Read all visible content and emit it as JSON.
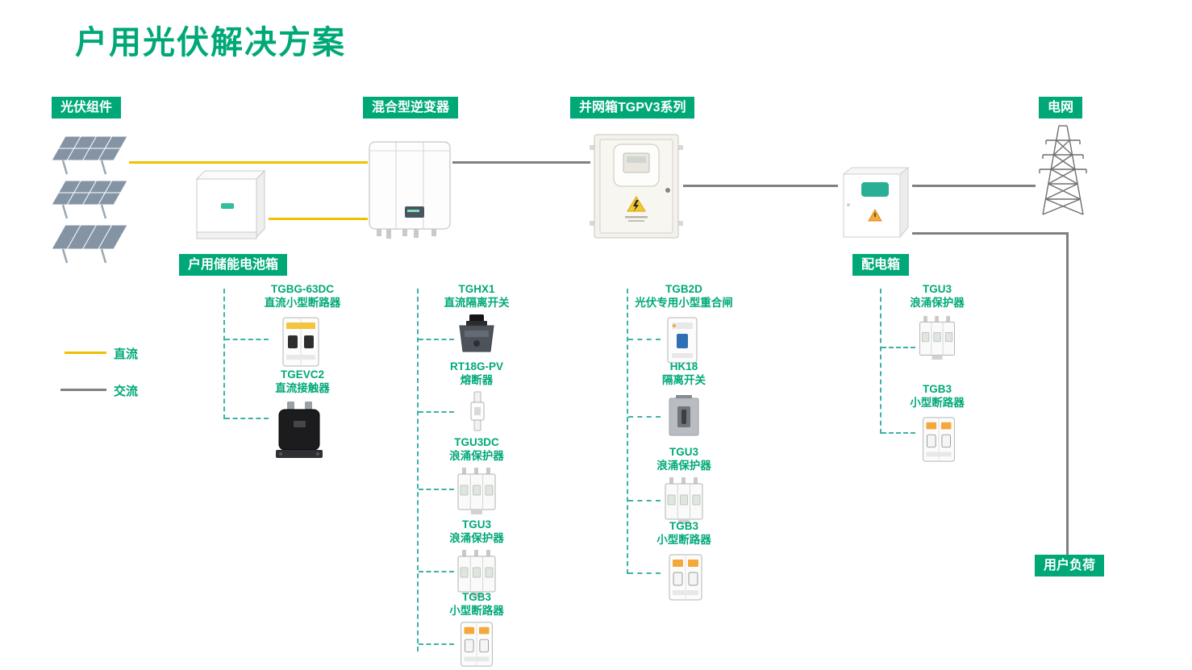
{
  "title": "户用光伏解决方案",
  "tags": {
    "pv": "光伏组件",
    "inverter": "混合型逆变器",
    "gridbox": "并网箱TGPV3系列",
    "grid": "电网",
    "battery": "户用储能电池箱",
    "distbox": "配电箱",
    "load": "用户负荷"
  },
  "legend": {
    "dc": "直流",
    "ac": "交流"
  },
  "cols": {
    "battery": [
      {
        "model": "TGBG-63DC",
        "name": "直流小型断路器"
      },
      {
        "model": "TGEVC2",
        "name": "直流接触器"
      }
    ],
    "inverter": [
      {
        "model": "TGHX1",
        "name": "直流隔离开关"
      },
      {
        "model": "RT18G-PV",
        "name": "熔断器"
      },
      {
        "model": "TGU3DC",
        "name": "浪涌保护器"
      },
      {
        "model": "TGU3",
        "name": "浪涌保护器"
      },
      {
        "model": "TGB3",
        "name": "小型断路器"
      }
    ],
    "gridbox": [
      {
        "model": "TGB2D",
        "name": "光伏专用小型重合闸"
      },
      {
        "model": "HK18",
        "name": "隔离开关"
      },
      {
        "model": "TGU3",
        "name": "浪涌保护器"
      },
      {
        "model": "TGB3",
        "name": "小型断路器"
      }
    ],
    "distbox": [
      {
        "model": "TGU3",
        "name": "浪涌保护器"
      },
      {
        "model": "TGB3",
        "name": "小型断路器"
      }
    ]
  },
  "colors": {
    "green": "#00A878",
    "yellow": "#EFC100",
    "gray": "#808080",
    "dash": "#3EB3A5"
  }
}
